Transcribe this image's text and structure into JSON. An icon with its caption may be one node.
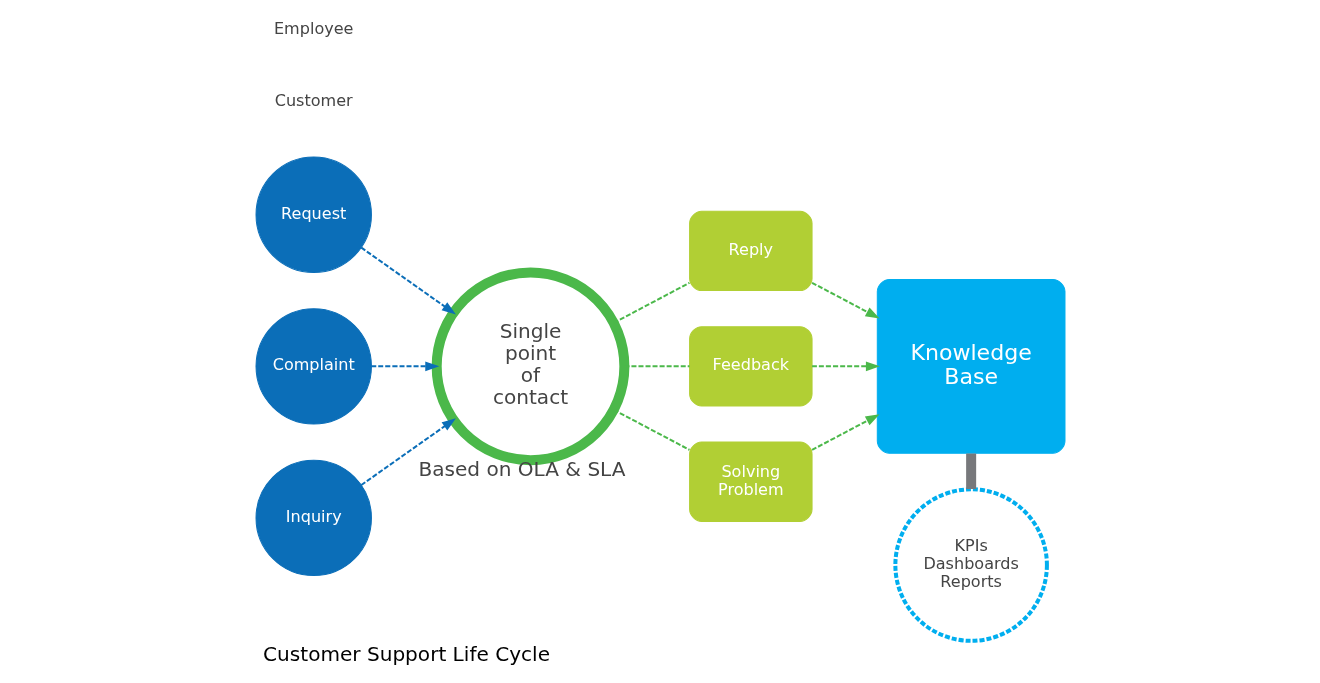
{
  "diagram": {
    "title": "Customer Support Life Cycle",
    "nodes": [
      {
        "text": [
          "Request"
        ]
      },
      {
        "text": [
          "Complaint"
        ]
      },
      {
        "text": [
          "Inquiry"
        ]
      },
      {
        "text": [
          "Single point of contact"
        ],
        "beside": [
          "Based on OLA & SLA"
        ]
      },
      {
        "text": [
          "Reply"
        ]
      },
      {
        "text": [
          "Feedback"
        ]
      },
      {
        "text": [
          "Solving Problem"
        ]
      },
      {
        "text": [
          "Knowledge Base"
        ]
      },
      {
        "text": [
          "KPIs Dashboards Reports"
        ]
      }
    ],
    "edges": [
      {
        "from": 0,
        "to": 3,
        "arrow": "to",
        "style": "dashed",
        "color": "#0b6eb8"
      },
      {
        "from": 1,
        "to": 3,
        "arrow": "to",
        "style": "dashed",
        "color": "#0b6eb8"
      },
      {
        "from": 2,
        "to": 3,
        "arrow": "to",
        "style": "dashed",
        "color": "#0b6eb8"
      },
      {
        "from": 3,
        "to": 4,
        "arrow": "none",
        "style": "dashed"
      },
      {
        "from": 3,
        "to": 5,
        "arrow": "none",
        "style": "dashed"
      },
      {
        "from": 3,
        "to": 6,
        "arrow": "none",
        "style": "dashed"
      },
      {
        "from": 4,
        "to": 7,
        "arrow": "to",
        "style": "dashed"
      },
      {
        "from": 5,
        "to": 7,
        "arrow": "to",
        "style": "dashed"
      },
      {
        "from": 6,
        "to": 7,
        "arrow": "to",
        "style": "dashed"
      },
      {
        "from": 7,
        "to": 8,
        "arrow": "none",
        "style": "thick",
        "color": "#77787b"
      }
    ],
    "labels": [
      "Customer",
      "Employee"
    ]
  }
}
